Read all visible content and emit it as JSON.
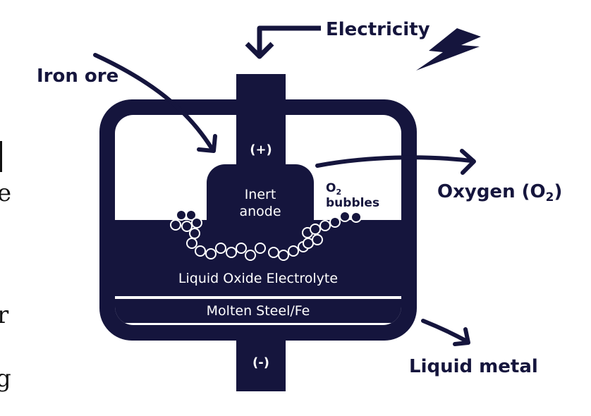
{
  "colors": {
    "navy": "#15153d",
    "white": "#ffffff"
  },
  "labels": {
    "electricity": "Electricity",
    "iron_ore": "Iron ore",
    "oxygen": "Oxygen (O",
    "oxygen_sub": "2",
    "oxygen_close": ")",
    "liquid_metal": "Liquid metal",
    "anode_plus": "(+)",
    "cathode_minus": "(-)",
    "inert": "Inert",
    "anode": "anode",
    "o2_o": "O",
    "o2_sub": "2",
    "o2_bubbles": "bubbles",
    "electrolyte": "Liquid Oxide Electrolyte",
    "molten": "Molten Steel/Fe"
  },
  "cropped_text": [
    "e",
    "r",
    "g"
  ],
  "icons": {
    "lightning": "lightning-bolt-icon",
    "bubbles": "bubble-icon"
  }
}
